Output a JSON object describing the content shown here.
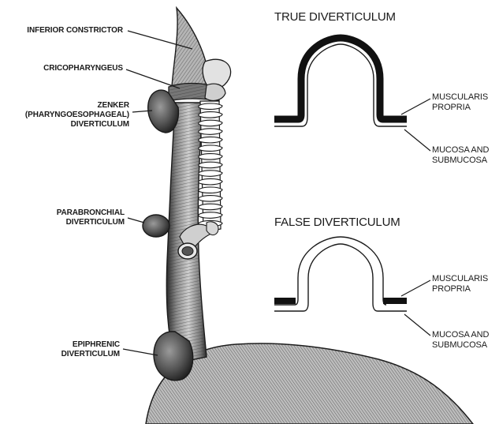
{
  "labels": {
    "inferior_constrictor": "INFERIOR CONSTRICTOR",
    "cricopharyngeus": "CRICOPHARYNGEUS",
    "zenker_1": "ZENKER",
    "zenker_2": "(PHARYNGOESOPHAGEAL)",
    "zenker_3": "DIVERTICULUM",
    "parabronchial_1": "PARABRONCHIAL",
    "parabronchial_2": "DIVERTICULUM",
    "epiphrenic_1": "EPIPHRENIC",
    "epiphrenic_2": "DIVERTICULUM"
  },
  "true_diverticulum": {
    "title": "TRUE DIVERTICULUM",
    "muscularis_1": "MUSCULARIS",
    "muscularis_2": "PROPRIA",
    "mucosa_1": "MUCOSA AND",
    "mucosa_2": "SUBMUCOSA"
  },
  "false_diverticulum": {
    "title": "FALSE DIVERTICULUM",
    "muscularis_1": "MUSCULARIS",
    "muscularis_2": "PROPRIA",
    "mucosa_1": "MUCOSA AND",
    "mucosa_2": "SUBMUCOSA"
  },
  "colors": {
    "ink": "#1a1a1a",
    "shade": "#6e6e6e",
    "light": "#d9d9d9"
  }
}
